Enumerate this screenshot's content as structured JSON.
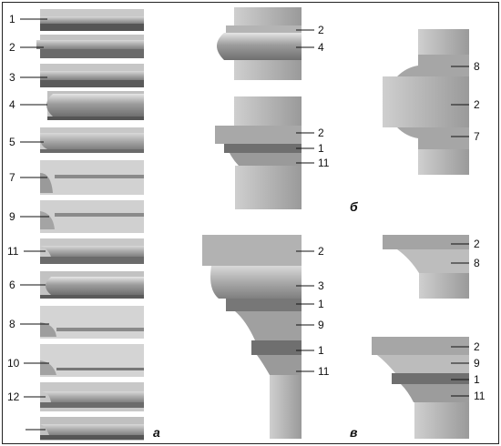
{
  "column_a": {
    "letter": "а",
    "profiles": [
      {
        "number": "1"
      },
      {
        "number": "2"
      },
      {
        "number": "3"
      },
      {
        "number": "4"
      },
      {
        "number": "5"
      },
      {
        "number": "7"
      },
      {
        "number": "9"
      },
      {
        "number": "11"
      },
      {
        "number": "6"
      },
      {
        "number": "8"
      },
      {
        "number": "10"
      },
      {
        "number": "12"
      },
      {
        "number": ""
      }
    ]
  },
  "column_middle": {
    "assemblies": [
      {
        "labels": [
          "2",
          "4"
        ]
      },
      {
        "labels": [
          "2",
          "1",
          "11"
        ]
      },
      {
        "labels": [
          "2",
          "3",
          "1",
          "9",
          "1",
          "11"
        ]
      }
    ]
  },
  "column_b": {
    "letter": "б",
    "labels": [
      "8",
      "2",
      "7"
    ]
  },
  "column_v": {
    "letter": "в",
    "assemblies": [
      {
        "labels": [
          "2",
          "8"
        ]
      },
      {
        "labels": [
          "2",
          "9",
          "1",
          "11"
        ]
      }
    ]
  },
  "colors": {
    "stone": "#bdbdbd",
    "stone_dark": "#8e8e8e",
    "stone_light": "#d6d6d6",
    "line": "#111111"
  }
}
